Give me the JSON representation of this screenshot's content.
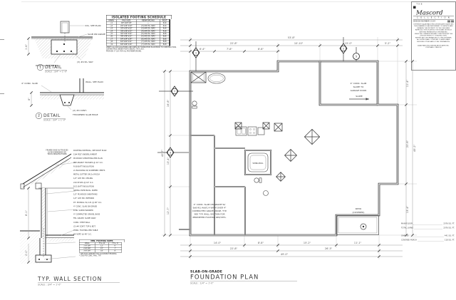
{
  "sheet": {
    "bg": "#ffffff",
    "ink": "#1c1c1c",
    "dim_color": "#666666"
  },
  "title_block": {
    "brand_the": "THE",
    "brand_name": "Mascord",
    "brand_collection": "C O L L E C T I O N",
    "design_number": "DESIGN NUMBER 2134",
    "lines": [
      "COPYRIGHT ALAN MASCORD DESIGN ASSOCIATES INC.",
      "THIS DRAWING IS AN INSTRUMENT OF SERVICE AND",
      "REMAINS THE PROPERTY OF THE DESIGNER.",
      "REPRODUCTION IN WHOLE OR IN PART WITHOUT",
      "WRITTEN PERMISSION IS PROHIBITED.",
      "VERIFY ALL DIMENSIONS AND CONDITIONS AT THE",
      "JOB SITE PRIOR TO CONSTRUCTION.",
      "REPORT ANY DISCREPANCIES TO THE DESIGNER.",
      "ALL WORK SHALL CONFORM TO APPLICABLE",
      "BUILDING CODES AND LOCAL ORDINANCES."
    ],
    "footer": [
      "ALAN MASCORD DESIGN ASSOCIATES INC.",
      "PORTLAND, OREGON"
    ]
  },
  "schedule": {
    "title": "ISOLATED FOOTING SCHEDULE",
    "columns": [
      "MARK",
      "PAD SIZE",
      "REINFORCING",
      "POST"
    ],
    "rows": [
      [
        "◇1",
        "18\"x18\"x8\"",
        "—",
        "4x4"
      ],
      [
        "◇2",
        "24\"x24\"x10\"",
        "(3) #4 EA. WAY",
        "4x4"
      ],
      [
        "◇3",
        "30\"x30\"x10\"",
        "(3) #4 EA. WAY",
        "4x4"
      ],
      [
        "◇4",
        "36\"x36\"x12\"",
        "(4) #4 EA. WAY",
        "4x6"
      ],
      [
        "◇5",
        "42\"x42\"x12\"",
        "(5) #4 EA. WAY",
        "6x6"
      ],
      [
        "◇6",
        "48\"x48\"x12\"",
        "(5) #5 EA. WAY",
        "6x6"
      ],
      [
        "◇7",
        "54\"x54\"x14\"",
        "(6) #5 EA. WAY",
        "6x6"
      ],
      [
        "◇8",
        "60\"x60\"x14\"",
        "(7) #5 EA. WAY",
        "8x8"
      ],
      [
        "◇9",
        "66\"x66\"x16\"",
        "(7) #5 EA. WAY",
        "8x8"
      ]
    ],
    "footnotes": [
      "VERIFY ALL PAD LOCATIONS AND SIZES W/ FOUNDATION PLAN PRIOR TO CONSTRUCTION.",
      "CENTER PADS UNDER POSTS ABOVE, TYP. U.N.O.",
      "PROVIDE 3\" CLR. FOR ALL PAD REINFORCING."
    ]
  },
  "details": {
    "detail1": {
      "number": "1",
      "title": "DETAIL",
      "scale": "SCALE : 3/4\" = 1'-0\"",
      "labels": [
        "COL. SEE PLAN",
        "SLAB ON GRADE",
        "(3) #4 EA. WAY",
        "PAD FTG. PER SCHED."
      ],
      "dim": "1'-6\""
    },
    "detail2": {
      "number": "2",
      "title": "DETAIL",
      "scale": "SCALE : 3/4\" = 1'-0\"",
      "labels": [
        "4\" CONC. SLAB",
        "WALL, SEE PLAN",
        "(2) #4 CONT.",
        "THICKENED SLAB EDGE"
      ],
      "dim": "8\""
    },
    "wall_section": {
      "title": "TYP. WALL SECTION",
      "scale": "SCALE : 3/4\" = 1'-0\"",
      "dims": [
        "8'-1\"",
        "2'-0\""
      ],
      "eave_note": [
        "FRAMED EAVE W/ TRUSSES",
        "AS RECOMMENDED BY",
        "TRUSS MANUFACTURER"
      ],
      "notes": [
        "ROOFING MATERIAL, SEE ROOF PLAN",
        "15# FELT UNDERLAYMENT",
        "PLYWOOD SHEATHING PER PLAN",
        "PRE-MANUF. TRUSSES @ 24\" O.C.",
        "R-38 BATT INSULATION",
        "2x BLOCKING W/ SCREENED VENTS",
        "METAL GUTTER ON 2x FASCIA",
        "1/2\" GYP. BD. CEILING",
        "2x6 STUDS @ 16\" O.C.",
        "R-21 BATT INSULATION",
        "SIDING OVER BLDG. PAPER",
        "1/2\" PLYWOOD SHEATHING",
        "1/2\" GYP. BD. INTERIOR",
        "P.T. MUDSILL W/ A.B. @ 48\" O.C.",
        "4\" CONC. SLAB ON GRADE",
        "6 MIL VAPOR BARRIER",
        "4\" COMPACTED GRAVEL BASE",
        "FIN. GRADE, SLOPE AWAY",
        "CONC. STEM WALL",
        "(2) #4 CONT. TOP & BOT.",
        "CONC. FOOTING PER TABLE",
        "#4 VERT. @ 48\" O.C."
      ],
      "table": {
        "title": "MIN. FOOTING SIZES",
        "columns": [
          "WALL",
          "FTG. W",
          "FTG. D"
        ],
        "rows": [
          [
            "1-STORY",
            "12\"",
            "6\""
          ],
          [
            "2-STORY",
            "15\"",
            "7\""
          ],
          [
            "3-STORY",
            "18\"",
            "8\""
          ]
        ],
        "footnotes": [
          "• SEE SOILS REPORT FOR ALLOWABLE BEARING.",
          "• 2500 PSI CONC. MIN., TYP."
        ]
      }
    }
  },
  "plan": {
    "title_small": "SLAB-ON-GRADE",
    "title": "FOUNDATION PLAN",
    "scale": "SCALE : 1/4\" = 1'-0\"",
    "bubbles": {
      "b1": "1",
      "b2": "7",
      "b3": "3",
      "b4": "2",
      "b5": "5"
    },
    "dims": {
      "top_total": "53'-8\"",
      "top": [
        "22'-8\"",
        "10'-10\"",
        "15'-0\"",
        "5'-2\""
      ],
      "top_inner": [
        "6'-4\"",
        "7'-8\"",
        "8'-8\""
      ],
      "right": [
        "11'-4\"",
        "20'-6\"",
        "13'-4\""
      ],
      "right_total": "45'-2\"",
      "left": [
        "16'-8\"",
        "13'-4\"",
        "12'-7\""
      ],
      "left_total": "42'-7\"",
      "bottom": [
        "14'-0\"",
        "8'-8\"",
        "15'-2\"",
        "11'-1\""
      ],
      "bottom_mid": [
        "22'-8\"",
        "26'-3\""
      ],
      "bottom_total": "49'-0\""
    },
    "labels": {
      "garage_note": [
        "4\" CONC. SLAB",
        "SLOPE TO",
        "GARAGE DOOR"
      ],
      "slope": "SLOPE",
      "slab_note": [
        "4\" CONC. SLAB ON GRADE W/",
        "6x6-W1.4xW1.4 WWM OVER 4\"",
        "COMPACTED GRAVEL BASE, TYP.",
        "SEE TYP. WALL SECTION FOR",
        "PERIMETER FOOTING REQ'MTS."
      ],
      "patio": [
        "PATIO",
        "(COVERED)"
      ],
      "whirlpool": "WHIRLPOOL"
    }
  },
  "areas": {
    "group1": [
      [
        "MAIN FLOOR",
        "2076 SQ. FT."
      ],
      [
        "TOTAL LIVING",
        "2076 SQ. FT."
      ]
    ],
    "group2": [
      [
        "GARAGE",
        "441 SQ. FT."
      ],
      [
        "COVERED PORCH",
        "118 SQ. FT."
      ]
    ]
  }
}
